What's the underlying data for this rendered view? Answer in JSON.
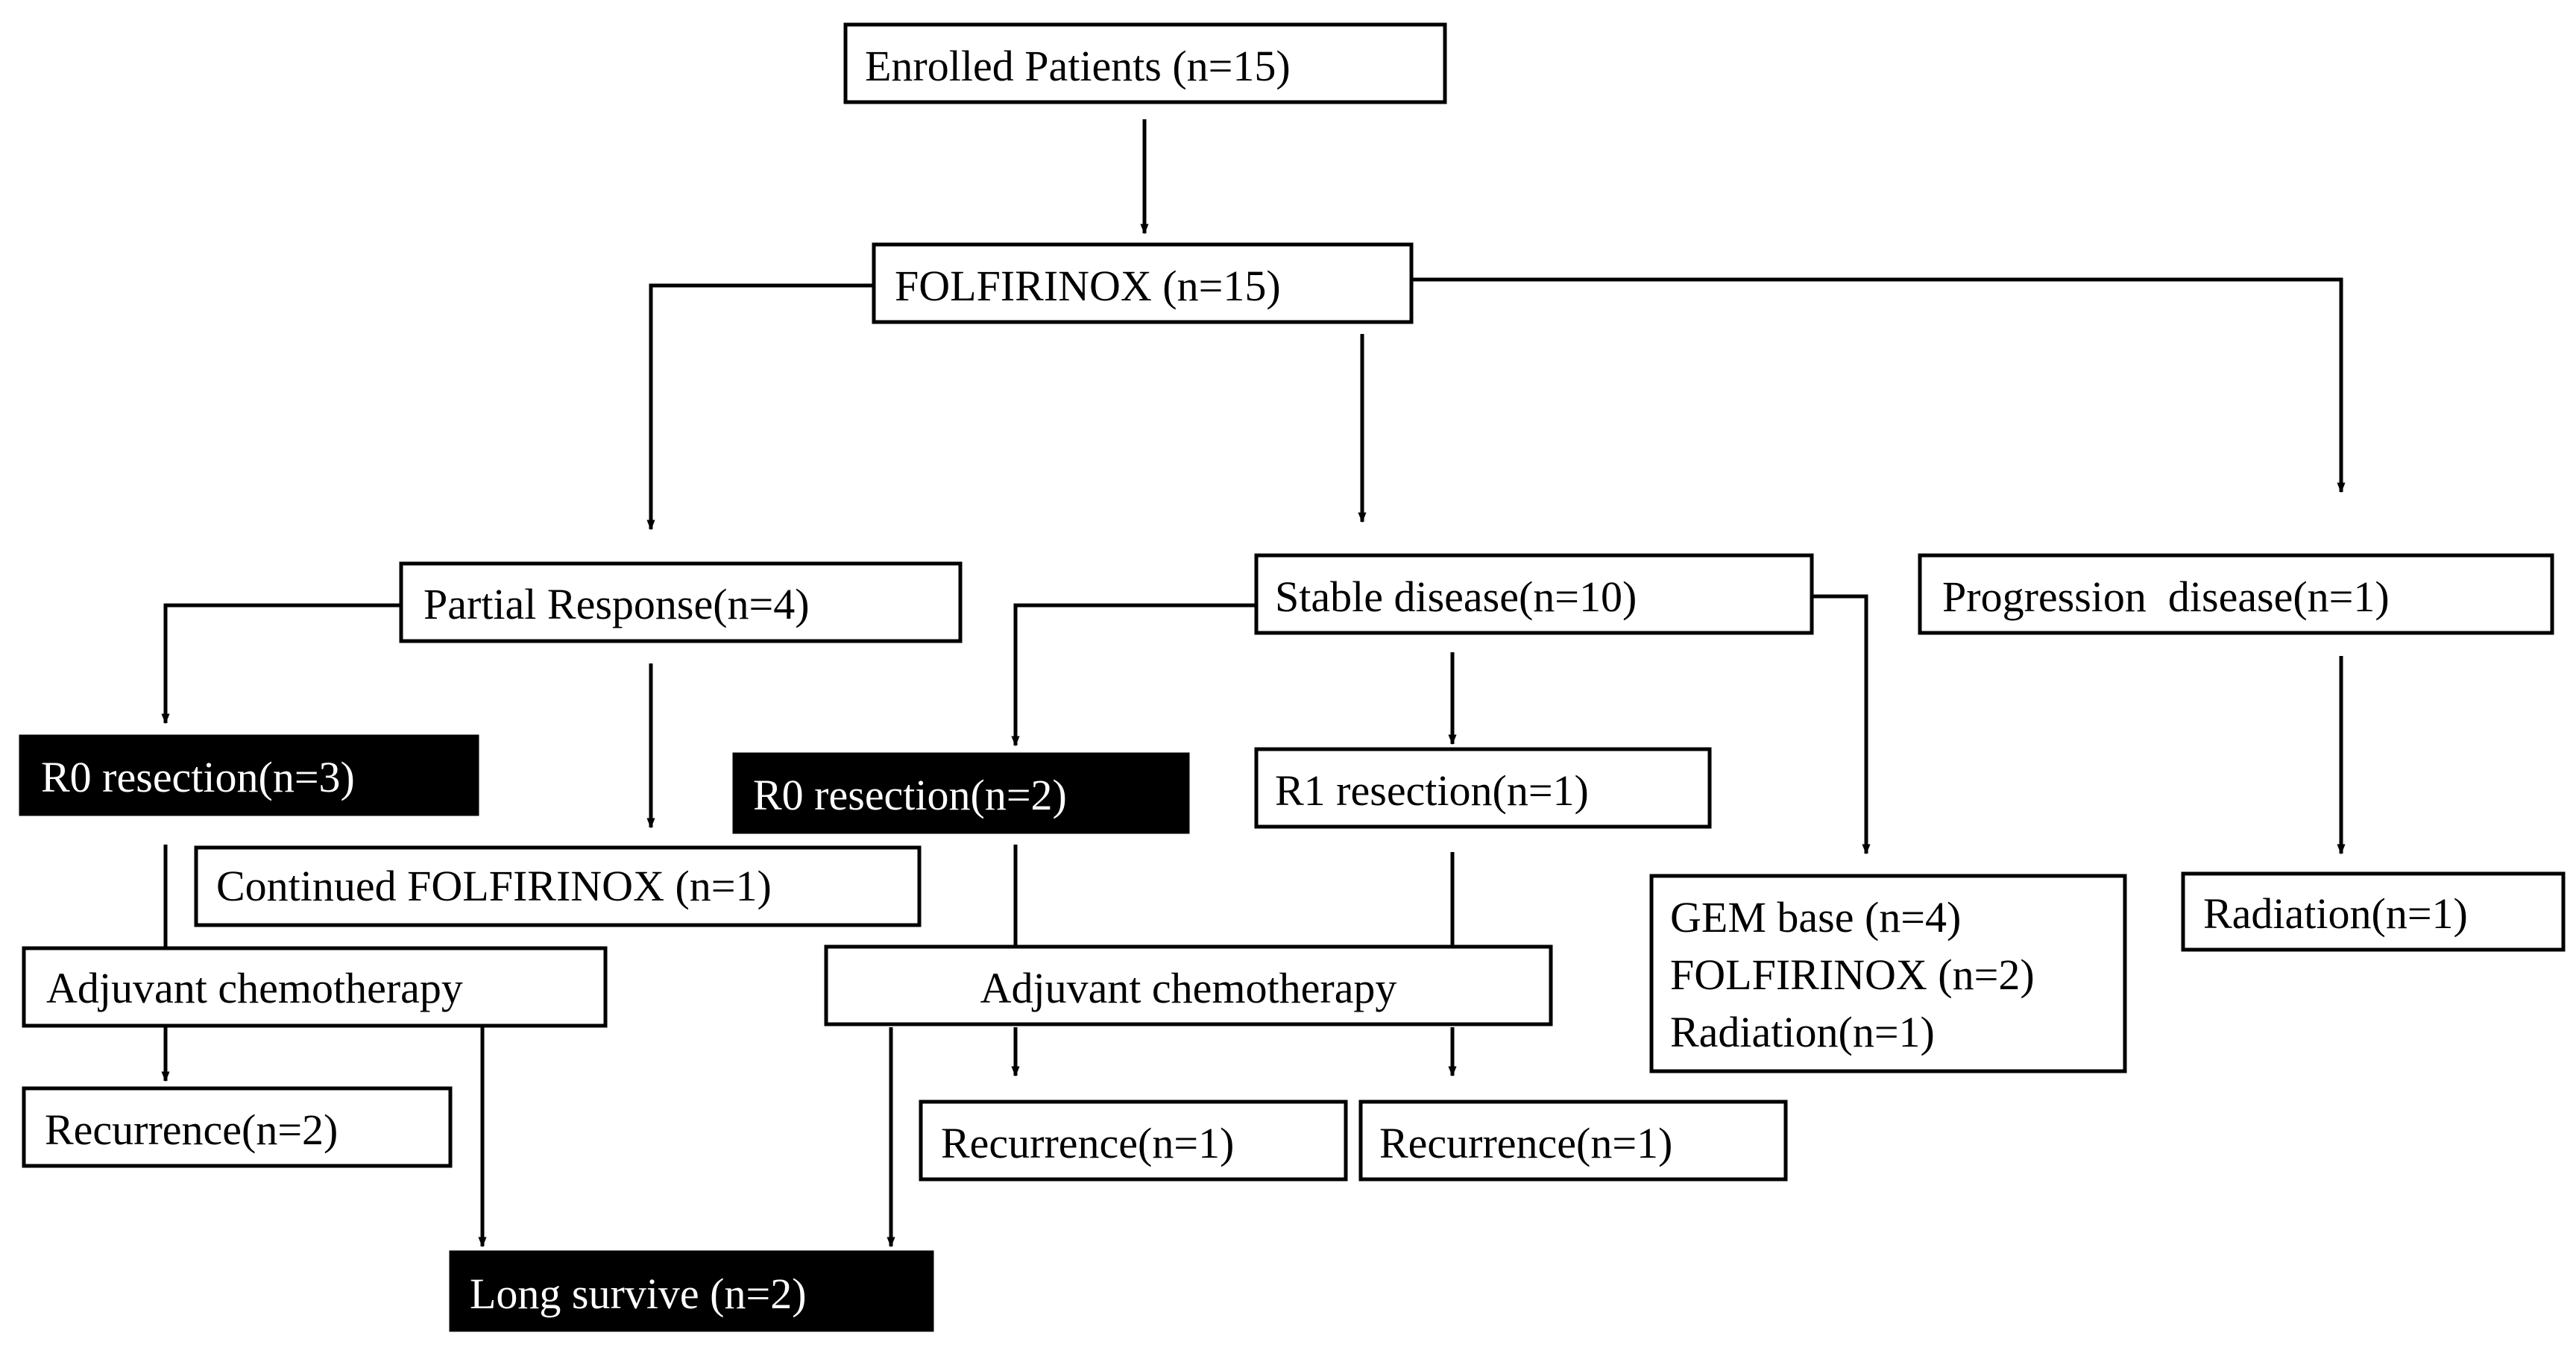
{
  "nodes": {
    "enrolled": "Enrolled Patients (n=15)",
    "folfirinox": "FOLFIRINOX (n=15)",
    "partial_response": "Partial Response(n=4)",
    "stable_disease": "Stable disease(n=10)",
    "progression_disease": "Progression  disease(n=1)",
    "pr_r0_resection": "R0 resection(n=3)",
    "pr_continued_folfirinox": "Continued FOLFIRINOX (n=1)",
    "pr_adjuvant": "Adjuvant chemotherapy",
    "pr_recurrence": "Recurrence(n=2)",
    "long_survive": "Long survive (n=2)",
    "sd_r0_resection": "R0 resection(n=2)",
    "sd_r1_resection": "R1 resection(n=1)",
    "sd_adjuvant": "Adjuvant chemotherapy",
    "sd_recurrence_r0": "Recurrence(n=1)",
    "sd_recurrence_r1": "Recurrence(n=1)",
    "sd_other_lines": [
      "GEM base (n=4)",
      "FOLFIRINOX (n=2)",
      "Radiation(n=1)"
    ],
    "pd_radiation": "Radiation(n=1)"
  },
  "colors": {
    "line": "#000000",
    "box_fill": "#ffffff",
    "highlight_fill": "#000000",
    "highlight_text": "#ffffff"
  }
}
